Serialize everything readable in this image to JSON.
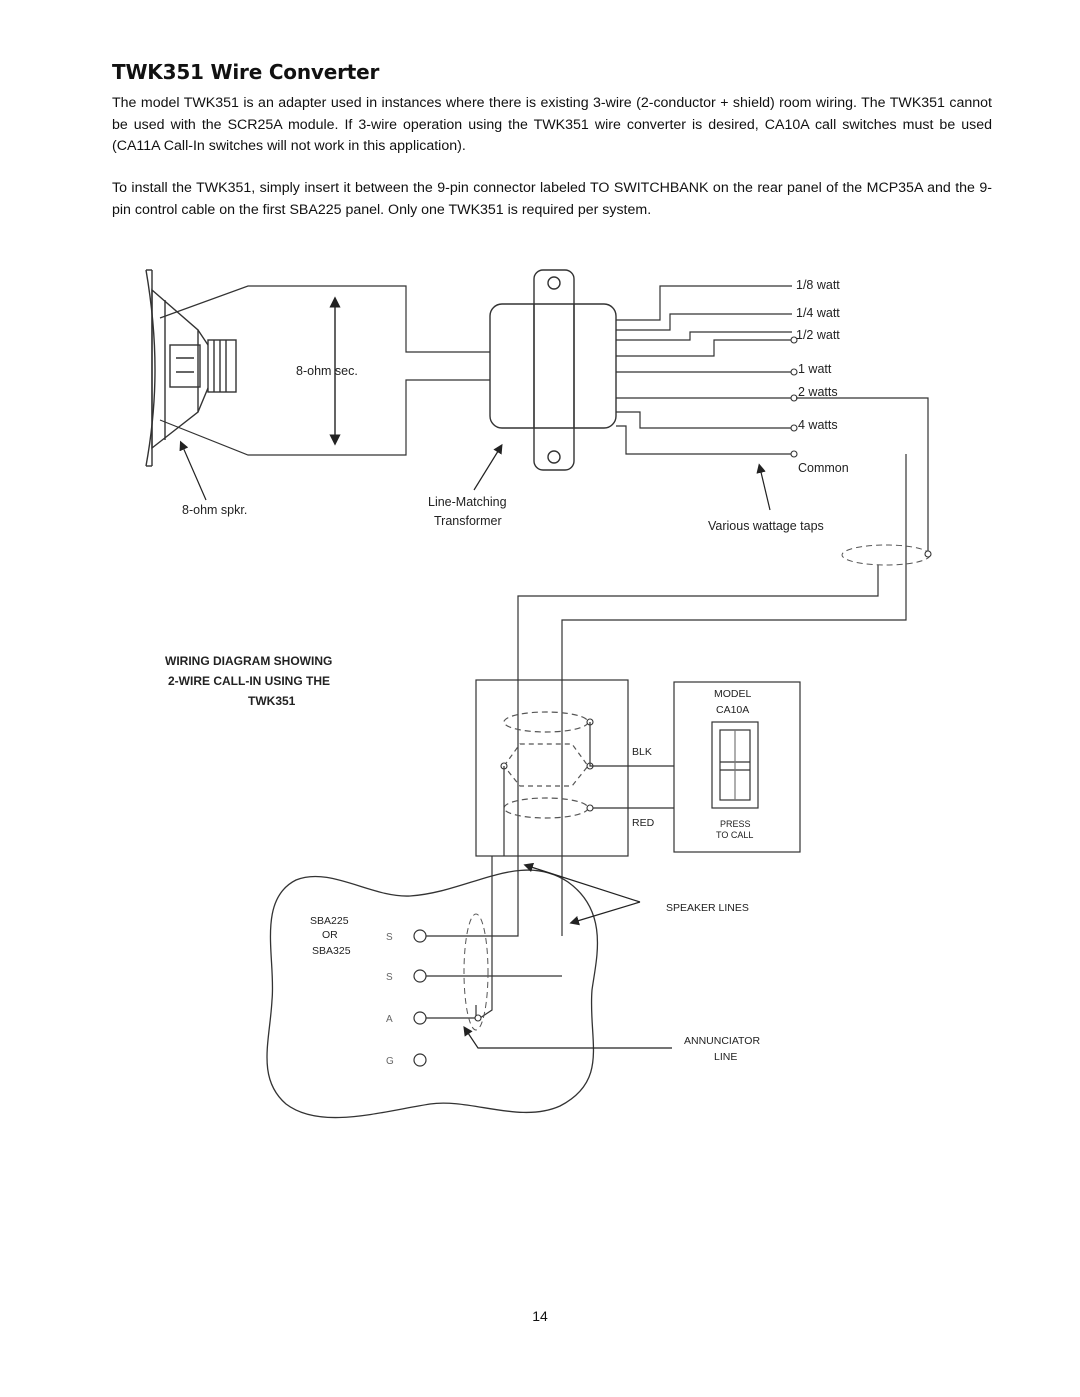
{
  "page": {
    "title": "TWK351 Wire Converter",
    "paragraphs": [
      "The model TWK351 is an adapter used in instances where there is existing 3-wire (2-conductor + shield) room wiring. The TWK351 cannot be used with the SCR25A module. If 3-wire operation using the TWK351 wire converter is desired, CA10A call switches must be used (CA11A Call-In switches will not work in this application).",
      "To install the TWK351, simply insert it between the 9-pin connector labeled TO SWITCHBANK on the rear panel of the MCP35A and the 9-pin control cable on the first SBA225 panel. Only one TWK351 is required per system."
    ],
    "page_number": "14"
  },
  "diagram": {
    "taps": [
      "1/8 watt",
      "1/4 watt",
      "1/2 watt",
      "1 watt",
      "2 watts",
      "4 watts",
      "Common"
    ],
    "secondary_label": "8-ohm sec.",
    "speaker_label": "8-ohm spkr.",
    "transformer_label_line1": "Line-Matching",
    "transformer_label_line2": "Transformer",
    "taps_label": "Various wattage taps",
    "caption_line1": "WIRING DIAGRAM SHOWING",
    "caption_line2": "2-WIRE CALL-IN USING THE",
    "caption_line3": "TWK351",
    "model_line1": "MODEL",
    "model_line2": "CA10A",
    "blk_label": "BLK",
    "red_label": "RED",
    "press_line1": "PRESS",
    "press_line2": "TO CALL",
    "speaker_lines_label": "SPEAKER LINES",
    "annunciator_line1": "ANNUNCIATOR",
    "annunciator_line2": "LINE",
    "panel_line1": "SBA225",
    "panel_line2": "OR",
    "panel_line3": "SBA325",
    "terminals": [
      "S",
      "S",
      "A",
      "G"
    ]
  }
}
